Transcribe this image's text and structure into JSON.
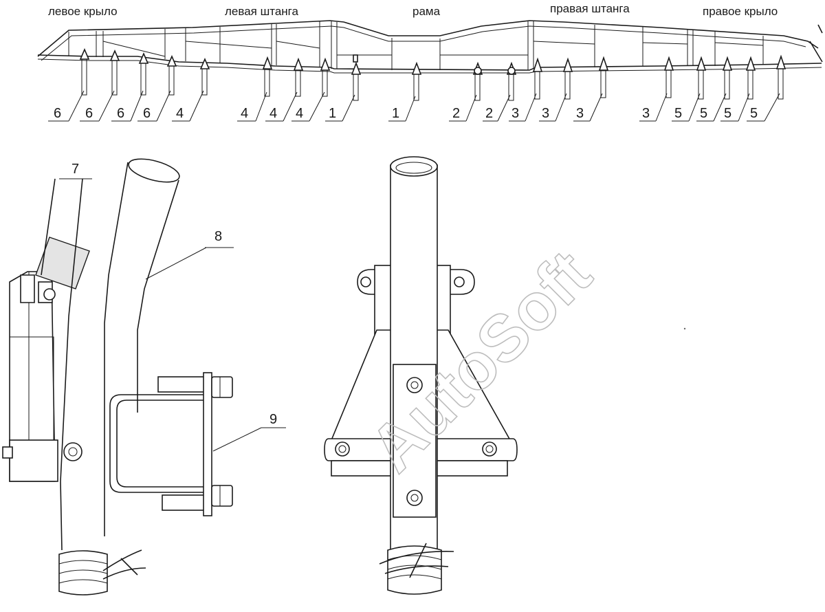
{
  "sections": {
    "left_wing": "левое крыло",
    "left_boom": "левая штанга",
    "frame": "рама",
    "right_boom": "правая штанга",
    "right_wing": "правое крыло"
  },
  "nozzle_numbers": [
    "6",
    "6",
    "6",
    "6",
    "4",
    "4",
    "4",
    "4",
    "1",
    "1",
    "2",
    "2",
    "3",
    "3",
    "3",
    "3",
    "5",
    "5",
    "5",
    "5"
  ],
  "callouts": {
    "c7": "7",
    "c8": "8",
    "c9": "9"
  },
  "watermark": "AutoSoft"
}
